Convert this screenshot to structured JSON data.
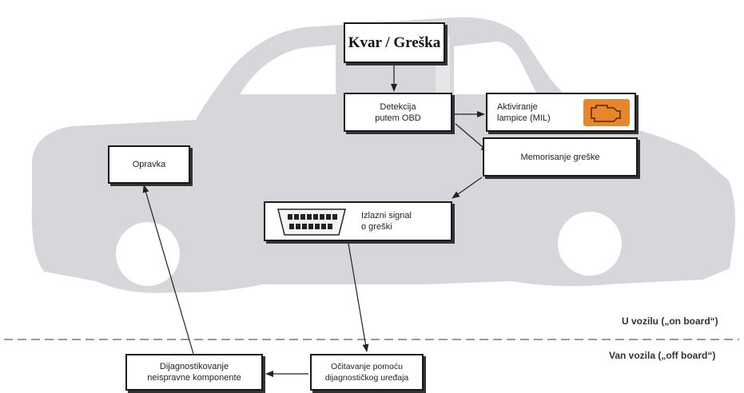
{
  "nodes": {
    "fault": "Kvar / Greška",
    "detection": "Detekcija\nputem OBD",
    "mil": "Aktiviranje\nlampice (MIL)",
    "memory": "Memorisanje greške",
    "output": "Izlazni signal\no greški",
    "repair": "Opravka",
    "reading": "Očitavanje pomoću\ndijagnostičkog uređaja",
    "diagnosis": "Dijagnostikovanje\nneispravne komponente"
  },
  "zones": {
    "onboard": "U vozilu („on board“)",
    "offboard": "Van vozila („off board“)"
  },
  "colors": {
    "car": "#d6d7db",
    "mil_lamp": "#e8862d",
    "divider": "#9a9a9a"
  }
}
